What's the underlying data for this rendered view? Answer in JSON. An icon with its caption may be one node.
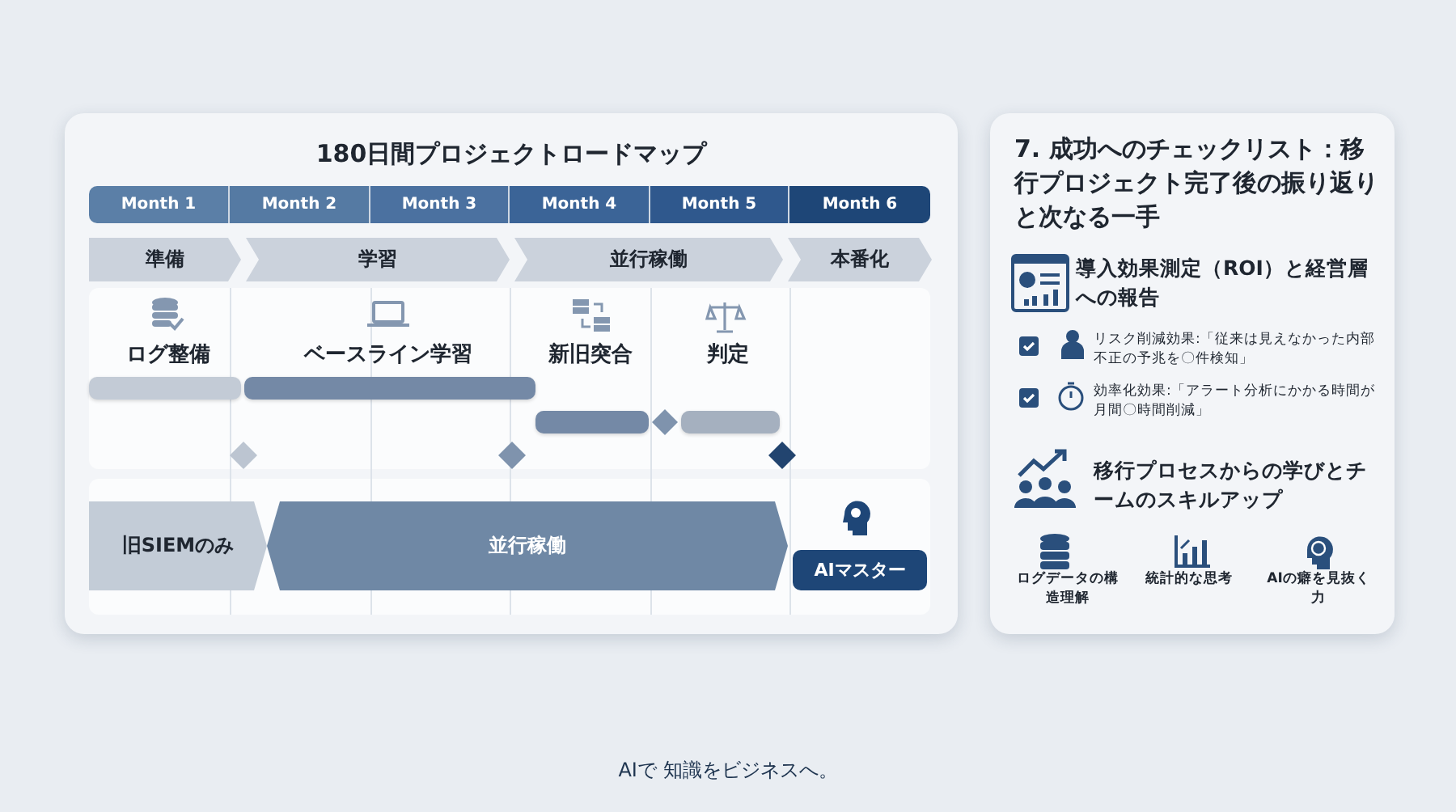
{
  "diagram": {
    "nodes": [
      {
        "text": [
          "180日間プロジェクトロードマップ"
        ]
      },
      {
        "text": [
          "Month 1"
        ],
        "in": 0
      },
      {
        "text": [
          "Month 2"
        ],
        "in": 0
      },
      {
        "text": [
          "Month 3"
        ],
        "in": 0
      },
      {
        "text": [
          "Month 4"
        ],
        "in": 0
      },
      {
        "text": [
          "Month 5"
        ],
        "in": 0
      },
      {
        "text": [
          "Month 6"
        ],
        "in": 0
      },
      {
        "text": [
          "準備"
        ],
        "in": 0
      },
      {
        "text": [
          "学習"
        ],
        "in": 0
      },
      {
        "text": [
          "並行稼働"
        ],
        "in": 0
      },
      {
        "text": [
          "本番化"
        ],
        "in": 0
      },
      {
        "text": [
          "ログ整備"
        ],
        "in": 0
      },
      {
        "text": [
          "ベースライン学習"
        ],
        "in": 0
      },
      {
        "text": [
          "新旧突合"
        ],
        "in": 0
      },
      {
        "text": [
          "判定"
        ],
        "in": 0
      },
      {
        "text": [],
        "shape": "bar",
        "in": 0
      },
      {
        "text": [],
        "shape": "bar",
        "in": 0
      },
      {
        "text": [],
        "shape": "bar",
        "in": 0
      },
      {
        "text": [],
        "shape": "diamond",
        "in": 0
      },
      {
        "text": [],
        "shape": "bar",
        "in": 0
      },
      {
        "text": [],
        "shape": "diamond",
        "in": 0
      },
      {
        "text": [],
        "shape": "diamond",
        "in": 0
      },
      {
        "text": [],
        "shape": "diamond",
        "in": 0
      },
      {
        "text": [
          "旧SIEMのみ"
        ],
        "in": 0
      },
      {
        "text": [
          "並行稼働"
        ],
        "in": 0
      },
      {
        "text": [
          "AIマスター"
        ],
        "in": 0
      },
      {
        "text": [
          "7. 成功へのチェックリスト：移行プロジェクト完了後の振り返りと次なる一手"
        ]
      },
      {
        "text": [
          "導入効果測定（ROI）と経営層への報告"
        ],
        "in": 26
      },
      {
        "text": [
          "リスク削減効果:「従来は見えなかった内部不正の予兆を〇件検知」"
        ],
        "in": 26
      },
      {
        "text": [
          "効率化効果:「アラート分析にかかる時間が月間〇時間削減」"
        ],
        "in": 26
      },
      {
        "text": [
          "移行プロセスからの学びとチームのスキルアップ"
        ],
        "in": 26
      },
      {
        "text": [
          "ログデータの構造理解"
        ],
        "in": 26
      },
      {
        "text": [
          "統計的な思考"
        ],
        "in": 26
      },
      {
        "text": [
          "AIの癖を見抜く力"
        ],
        "in": 26
      }
    ],
    "edges": [],
    "labels": [
      "AIで 知識をビジネスへ。"
    ]
  }
}
